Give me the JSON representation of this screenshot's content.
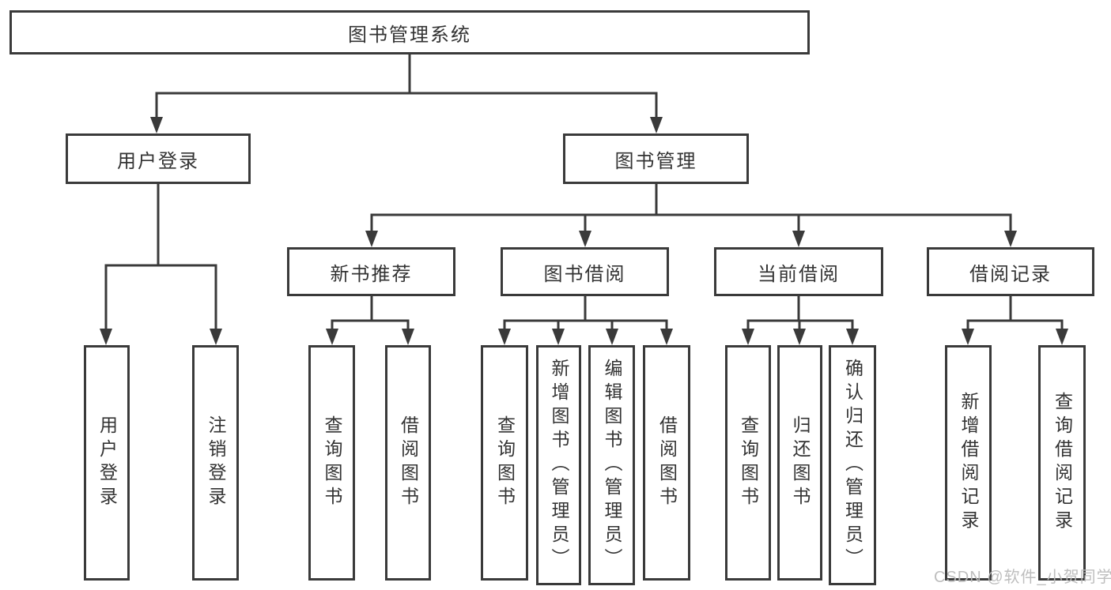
{
  "diagram": {
    "type": "hierarchy",
    "watermark": "CSDN @软件_小贺同学",
    "colors": {
      "line": "#3a3a3a",
      "text": "#333333",
      "background": "#ffffff",
      "watermark": "#bababa"
    },
    "nodes": {
      "root": "图书管理系统",
      "user_login": "用户登录",
      "book_mgmt": "图书管理",
      "new_book_rec": "新书推荐",
      "book_borrow": "图书借阅",
      "current_borrow": "当前借阅",
      "borrow_records": "借阅记录",
      "leaf_user_login": "用户登录",
      "leaf_logout": "注销登录",
      "leaf_query_book_1": "查询图书",
      "leaf_borrow_book_1": "借阅图书",
      "leaf_query_book_2": "查询图书",
      "leaf_add_book_admin": "新增图书（管理员）",
      "leaf_edit_book_admin": "编辑图书（管理员）",
      "leaf_borrow_book_2": "借阅图书",
      "leaf_query_book_3": "查询图书",
      "leaf_return_book": "归还图书",
      "leaf_confirm_return_admin": "确认归还（管理员）",
      "leaf_add_borrow_record": "新增借阅记录",
      "leaf_query_borrow_record": "查询借阅记录"
    },
    "hierarchy": {
      "图书管理系统": {
        "用户登录": [
          "用户登录",
          "注销登录"
        ],
        "图书管理": {
          "新书推荐": [
            "查询图书",
            "借阅图书"
          ],
          "图书借阅": [
            "查询图书",
            "新增图书（管理员）",
            "编辑图书（管理员）",
            "借阅图书"
          ],
          "当前借阅": [
            "查询图书",
            "归还图书",
            "确认归还（管理员）"
          ],
          "借阅记录": [
            "新增借阅记录",
            "查询借阅记录"
          ]
        }
      }
    }
  }
}
